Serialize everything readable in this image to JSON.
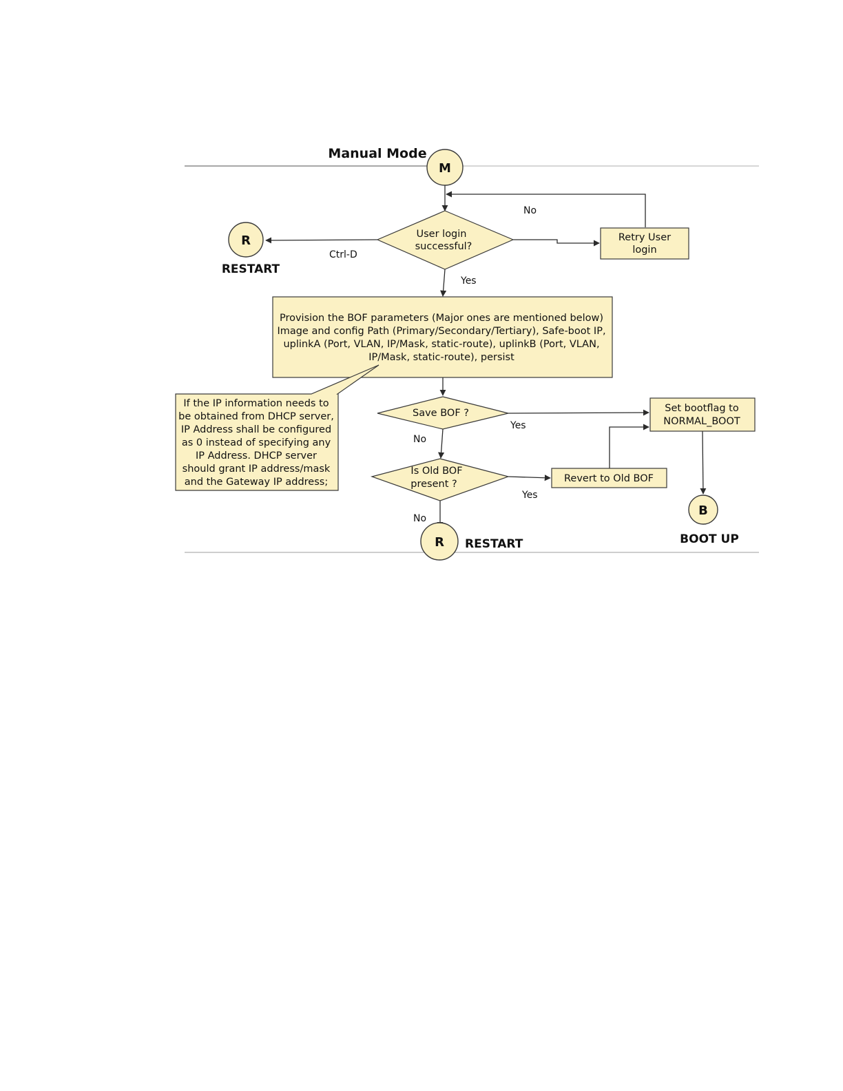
{
  "title": "Manual Mode",
  "connectors": {
    "start": "M",
    "restart_left": "R",
    "restart_bottom": "R",
    "boot": "B"
  },
  "terminals": {
    "restart_left": "RESTART",
    "restart_bottom": "RESTART",
    "boot_up": "BOOT UP"
  },
  "decisions": {
    "user_login": [
      "User login",
      "successful?"
    ],
    "save_bof": [
      "Save BOF ?"
    ],
    "old_bof": [
      "Is Old BOF",
      "present ?"
    ]
  },
  "processes": {
    "retry_login": [
      "Retry User",
      "login"
    ],
    "provision": [
      "Provision the BOF parameters (Major ones are mentioned  below)",
      "Image and config Path (Primary/Secondary/Tertiary), Safe-boot IP,",
      "uplinkA (Port, VLAN, IP/Mask, static-route), uplinkB (Port, VLAN,",
      "IP/Mask, static-route), persist"
    ],
    "set_bootflag": [
      "Set bootflag to",
      "NORMAL_BOOT"
    ],
    "revert": [
      "Revert to Old BOF"
    ]
  },
  "note": [
    "If the IP information needs to",
    "be obtained from DHCP server,",
    "IP Address shall be configured",
    "as 0 instead of specifying any",
    "IP Address. DHCP server",
    "should grant IP address/mask",
    "and the Gateway IP address;"
  ],
  "edge_labels": {
    "login_no": "No",
    "ctrl_d": "Ctrl-D",
    "login_yes": "Yes",
    "save_yes": "Yes",
    "save_no": "No",
    "old_yes": "Yes",
    "old_no": "No"
  }
}
